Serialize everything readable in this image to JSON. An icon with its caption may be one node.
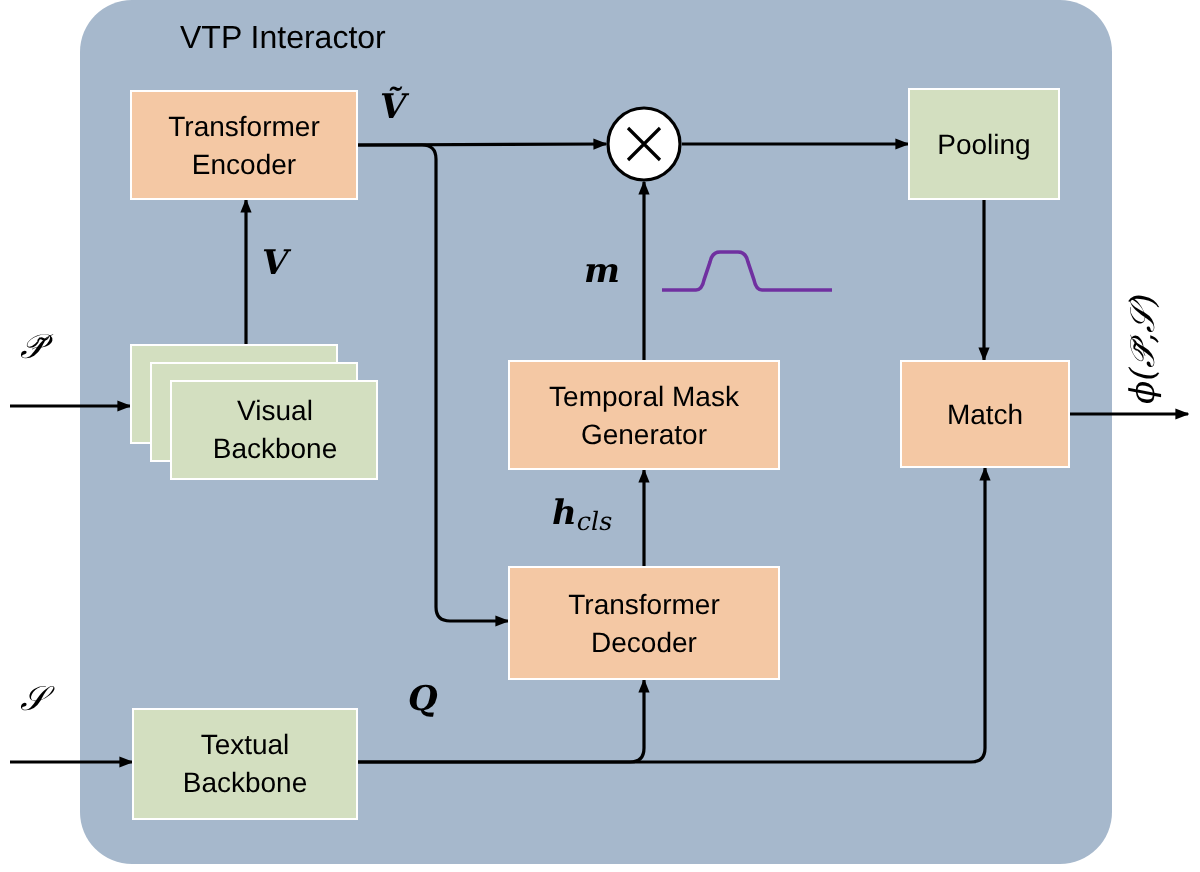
{
  "diagram": {
    "nodes": [
      {
        "text": [
          "VTP Interactor"
        ]
      },
      {
        "text": [
          "Transformer Encoder"
        ],
        "in": 0
      },
      {
        "text": [
          "Visual Backbone"
        ],
        "in": 0
      },
      {
        "text": [],
        "shape": "circle",
        "in": 0
      },
      {
        "text": [
          "Pooling"
        ],
        "in": 0
      },
      {
        "text": [
          "Temporal Mask Generator"
        ],
        "in": 0
      },
      {
        "text": [
          "Match"
        ],
        "in": 0
      },
      {
        "text": [
          "Transformer Decoder"
        ],
        "in": 0
      },
      {
        "text": [
          "Textual Backbone"
        ],
        "in": 0
      }
    ],
    "edges": [
      {
        "from": null,
        "to": 2,
        "arrow": "to",
        "label": "𝒫̃"
      },
      {
        "from": 2,
        "to": 1,
        "arrow": "to",
        "label": "V"
      },
      {
        "from": 1,
        "to": 3,
        "arrow": "to",
        "label": "Ṽ"
      },
      {
        "from": 1,
        "to": 7,
        "arrow": "to"
      },
      {
        "from": 3,
        "to": 4,
        "arrow": "to"
      },
      {
        "from": 5,
        "to": 3,
        "arrow": "to",
        "label": "m"
      },
      {
        "from": 7,
        "to": 5,
        "arrow": "to",
        "label": "**h**$_{cls}$"
      },
      {
        "from": 8,
        "to": 7,
        "arrow": "to",
        "label": "Q"
      },
      {
        "from": 8,
        "to": 6,
        "arrow": "to"
      },
      {
        "from": 4,
        "to": 6,
        "arrow": "to"
      },
      {
        "from": 6,
        "to": null,
        "arrow": "to",
        "label": "ϕ(𝒫̃,𝒮)"
      },
      {
        "from": null,
        "to": 8,
        "arrow": "to",
        "label": "𝒮"
      }
    ]
  }
}
